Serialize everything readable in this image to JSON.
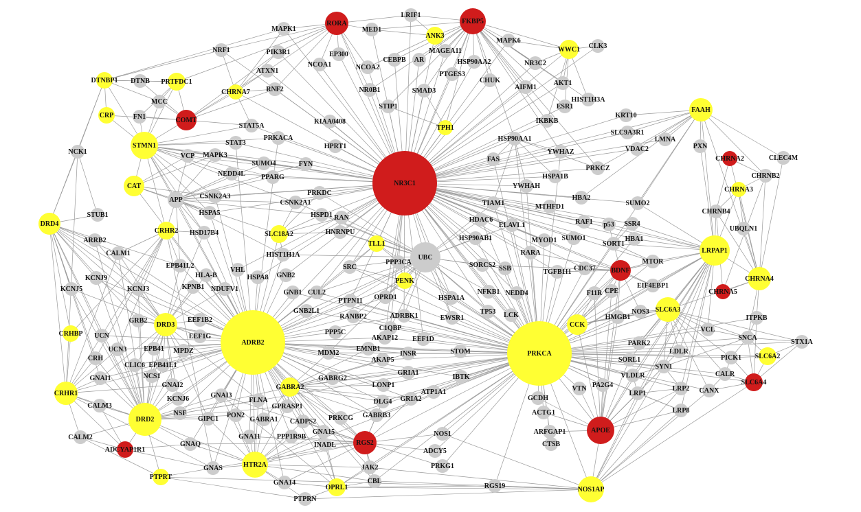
{
  "network": {
    "colors": {
      "high": "#d01c1c",
      "mid": "#ffff33",
      "low": "#cccccc",
      "edge": "#9a9a9a"
    },
    "nodes": [
      {
        "id": "RORA",
        "tier": "high"
      },
      {
        "id": "FKBP5",
        "tier": "high"
      },
      {
        "id": "COMT",
        "tier": "high"
      },
      {
        "id": "NR3C1",
        "tier": "high"
      },
      {
        "id": "CHRNA2",
        "tier": "high"
      },
      {
        "id": "BDNF",
        "tier": "high"
      },
      {
        "id": "CHRNA5",
        "tier": "high"
      },
      {
        "id": "SLC6A4",
        "tier": "high"
      },
      {
        "id": "APOE",
        "tier": "high"
      },
      {
        "id": "RGS2",
        "tier": "high"
      },
      {
        "id": "ADCYAP1R1",
        "tier": "high"
      },
      {
        "id": "ANK3",
        "tier": "mid"
      },
      {
        "id": "WWC1",
        "tier": "mid"
      },
      {
        "id": "DTNBP1",
        "tier": "mid"
      },
      {
        "id": "PRTFDC1",
        "tier": "mid"
      },
      {
        "id": "CHRNA7",
        "tier": "mid"
      },
      {
        "id": "CRP",
        "tier": "mid"
      },
      {
        "id": "STMN1",
        "tier": "mid"
      },
      {
        "id": "TPH1",
        "tier": "mid"
      },
      {
        "id": "FAAH",
        "tier": "mid"
      },
      {
        "id": "CAT",
        "tier": "mid"
      },
      {
        "id": "CHRNA3",
        "tier": "mid"
      },
      {
        "id": "DRD4",
        "tier": "mid"
      },
      {
        "id": "CRHR2",
        "tier": "mid"
      },
      {
        "id": "SLC18A2",
        "tier": "mid"
      },
      {
        "id": "TLL1",
        "tier": "mid"
      },
      {
        "id": "LRPAP1",
        "tier": "mid"
      },
      {
        "id": "PENK",
        "tier": "mid"
      },
      {
        "id": "CHRNA4",
        "tier": "mid"
      },
      {
        "id": "DRD3",
        "tier": "mid"
      },
      {
        "id": "SLC6A3",
        "tier": "mid"
      },
      {
        "id": "CRHBP",
        "tier": "mid"
      },
      {
        "id": "ADRB2",
        "tier": "mid"
      },
      {
        "id": "CCK",
        "tier": "mid"
      },
      {
        "id": "PRKCA",
        "tier": "mid"
      },
      {
        "id": "SLC6A2",
        "tier": "mid"
      },
      {
        "id": "GABRA2",
        "tier": "mid"
      },
      {
        "id": "CRHR1",
        "tier": "mid"
      },
      {
        "id": "DRD2",
        "tier": "mid"
      },
      {
        "id": "HTR2A",
        "tier": "mid"
      },
      {
        "id": "PTPRT",
        "tier": "mid"
      },
      {
        "id": "OPRL1",
        "tier": "mid"
      },
      {
        "id": "NOS1AP",
        "tier": "mid"
      },
      {
        "id": "LRIF1",
        "tier": "low"
      },
      {
        "id": "MAPK1",
        "tier": "low"
      },
      {
        "id": "MED1",
        "tier": "low"
      },
      {
        "id": "MAGEA11",
        "tier": "low"
      },
      {
        "id": "NRF1",
        "tier": "low"
      },
      {
        "id": "PIK3R1",
        "tier": "low"
      },
      {
        "id": "EP300",
        "tier": "low"
      },
      {
        "id": "MAPK6",
        "tier": "low"
      },
      {
        "id": "CLK3",
        "tier": "low"
      },
      {
        "id": "NCOA1",
        "tier": "low"
      },
      {
        "id": "NCOA2",
        "tier": "low"
      },
      {
        "id": "CEBPB",
        "tier": "low"
      },
      {
        "id": "AR",
        "tier": "low"
      },
      {
        "id": "HSP90AA2",
        "tier": "low"
      },
      {
        "id": "NR3C2",
        "tier": "low"
      },
      {
        "id": "ATXN1",
        "tier": "low"
      },
      {
        "id": "PTGES3",
        "tier": "low"
      },
      {
        "id": "DTNB",
        "tier": "low"
      },
      {
        "id": "CHUK",
        "tier": "low"
      },
      {
        "id": "AKT1",
        "tier": "low"
      },
      {
        "id": "RNF2",
        "tier": "low"
      },
      {
        "id": "NR0B1",
        "tier": "low"
      },
      {
        "id": "SMAD3",
        "tier": "low"
      },
      {
        "id": "AIFM1",
        "tier": "low"
      },
      {
        "id": "MCC",
        "tier": "low"
      },
      {
        "id": "HIST1H3A",
        "tier": "low"
      },
      {
        "id": "STIP1",
        "tier": "low"
      },
      {
        "id": "ESR1",
        "tier": "low"
      },
      {
        "id": "FN1",
        "tier": "low"
      },
      {
        "id": "KIAA0408",
        "tier": "low"
      },
      {
        "id": "IKBKB",
        "tier": "low"
      },
      {
        "id": "KRT10",
        "tier": "low"
      },
      {
        "id": "STAT5A",
        "tier": "low"
      },
      {
        "id": "SLC9A3R1",
        "tier": "low"
      },
      {
        "id": "STAT3",
        "tier": "low"
      },
      {
        "id": "PRKACA",
        "tier": "low"
      },
      {
        "id": "HPRT1",
        "tier": "low"
      },
      {
        "id": "HSP90AA1",
        "tier": "low"
      },
      {
        "id": "LMNA",
        "tier": "low"
      },
      {
        "id": "NCK1",
        "tier": "low"
      },
      {
        "id": "YWHAZ",
        "tier": "low"
      },
      {
        "id": "VDAC2",
        "tier": "low"
      },
      {
        "id": "PXN",
        "tier": "low"
      },
      {
        "id": "VCP",
        "tier": "low"
      },
      {
        "id": "MAPK3",
        "tier": "low"
      },
      {
        "id": "SUMO4",
        "tier": "low"
      },
      {
        "id": "FYN",
        "tier": "low"
      },
      {
        "id": "FAS",
        "tier": "low"
      },
      {
        "id": "CLEC4M",
        "tier": "low"
      },
      {
        "id": "NEDD4L",
        "tier": "low"
      },
      {
        "id": "PRKCZ",
        "tier": "low"
      },
      {
        "id": "CHRNB2",
        "tier": "low"
      },
      {
        "id": "PPARG",
        "tier": "low"
      },
      {
        "id": "HSPA1B",
        "tier": "low"
      },
      {
        "id": "YWHAH",
        "tier": "low"
      },
      {
        "id": "APP",
        "tier": "low"
      },
      {
        "id": "CSNK2A3",
        "tier": "low"
      },
      {
        "id": "PRKDC",
        "tier": "low"
      },
      {
        "id": "CSNK2A1",
        "tier": "low"
      },
      {
        "id": "TIAM1",
        "tier": "low"
      },
      {
        "id": "HBA2",
        "tier": "low"
      },
      {
        "id": "SUMO2",
        "tier": "low"
      },
      {
        "id": "CHRNB4",
        "tier": "low"
      },
      {
        "id": "STUB1",
        "tier": "low"
      },
      {
        "id": "HSPA5",
        "tier": "low"
      },
      {
        "id": "HSPD1",
        "tier": "low"
      },
      {
        "id": "RAN",
        "tier": "low"
      },
      {
        "id": "MTHFD1",
        "tier": "low"
      },
      {
        "id": "HDAC6",
        "tier": "low"
      },
      {
        "id": "RAF1",
        "tier": "low"
      },
      {
        "id": "SSR4",
        "tier": "low"
      },
      {
        "id": "ELAVL1",
        "tier": "low"
      },
      {
        "id": "p53",
        "tier": "low"
      },
      {
        "id": "UBQLN1",
        "tier": "low"
      },
      {
        "id": "HSD17B4",
        "tier": "low"
      },
      {
        "id": "HNRNPU",
        "tier": "low"
      },
      {
        "id": "HBA1",
        "tier": "low"
      },
      {
        "id": "ARRB2",
        "tier": "low"
      },
      {
        "id": "MYOD1",
        "tier": "low"
      },
      {
        "id": "SUMO1",
        "tier": "low"
      },
      {
        "id": "HSP90AB1",
        "tier": "low"
      },
      {
        "id": "CALM1",
        "tier": "low"
      },
      {
        "id": "HIST1H1A",
        "tier": "low"
      },
      {
        "id": "UBC",
        "tier": "low"
      },
      {
        "id": "SORT1",
        "tier": "low"
      },
      {
        "id": "EPB41L2",
        "tier": "low"
      },
      {
        "id": "PPP3CA",
        "tier": "low"
      },
      {
        "id": "RARA",
        "tier": "low"
      },
      {
        "id": "MTOR",
        "tier": "low"
      },
      {
        "id": "KCNJ9",
        "tier": "low"
      },
      {
        "id": "SRC",
        "tier": "low"
      },
      {
        "id": "SORCS2",
        "tier": "low"
      },
      {
        "id": "SSB",
        "tier": "low"
      },
      {
        "id": "HLA-B",
        "tier": "low"
      },
      {
        "id": "VHL",
        "tier": "low"
      },
      {
        "id": "CDC37",
        "tier": "low"
      },
      {
        "id": "TGFB1I1",
        "tier": "low"
      },
      {
        "id": "GNB2",
        "tier": "low"
      },
      {
        "id": "HSPA8",
        "tier": "low"
      },
      {
        "id": "KCNJ5",
        "tier": "low"
      },
      {
        "id": "KPNB1",
        "tier": "low"
      },
      {
        "id": "NDUFV1",
        "tier": "low"
      },
      {
        "id": "EIF4EBP1",
        "tier": "low"
      },
      {
        "id": "KCNJ3",
        "tier": "low"
      },
      {
        "id": "GNB1",
        "tier": "low"
      },
      {
        "id": "CUL2",
        "tier": "low"
      },
      {
        "id": "OPRD1",
        "tier": "low"
      },
      {
        "id": "NFKB1",
        "tier": "low"
      },
      {
        "id": "NEDD4",
        "tier": "low"
      },
      {
        "id": "F11R",
        "tier": "low"
      },
      {
        "id": "CPE",
        "tier": "low"
      },
      {
        "id": "PTPN11",
        "tier": "low"
      },
      {
        "id": "HSPA1A",
        "tier": "low"
      },
      {
        "id": "NOS3",
        "tier": "low"
      },
      {
        "id": "GNB2L1",
        "tier": "low"
      },
      {
        "id": "TP53",
        "tier": "low"
      },
      {
        "id": "HMGB1",
        "tier": "low"
      },
      {
        "id": "ITPKB",
        "tier": "low"
      },
      {
        "id": "EEF1B2",
        "tier": "low"
      },
      {
        "id": "GRB2",
        "tier": "low"
      },
      {
        "id": "RANBP2",
        "tier": "low"
      },
      {
        "id": "ADRBK1",
        "tier": "low"
      },
      {
        "id": "EWSR1",
        "tier": "low"
      },
      {
        "id": "LCK",
        "tier": "low"
      },
      {
        "id": "UCN",
        "tier": "low"
      },
      {
        "id": "EEF1G",
        "tier": "low"
      },
      {
        "id": "PPP5C",
        "tier": "low"
      },
      {
        "id": "C1QBP",
        "tier": "low"
      },
      {
        "id": "VCL",
        "tier": "low"
      },
      {
        "id": "SNCA",
        "tier": "low"
      },
      {
        "id": "STX1A",
        "tier": "low"
      },
      {
        "id": "AKAP12",
        "tier": "low"
      },
      {
        "id": "EEF1D",
        "tier": "low"
      },
      {
        "id": "PARK2",
        "tier": "low"
      },
      {
        "id": "UCN3",
        "tier": "low"
      },
      {
        "id": "EPB41",
        "tier": "low"
      },
      {
        "id": "MPDZ",
        "tier": "low"
      },
      {
        "id": "EMNB1",
        "tier": "low"
      },
      {
        "id": "STOM",
        "tier": "low"
      },
      {
        "id": "LDLR",
        "tier": "low"
      },
      {
        "id": "PICK1",
        "tier": "low"
      },
      {
        "id": "CRH",
        "tier": "low"
      },
      {
        "id": "CLIC6",
        "tier": "low"
      },
      {
        "id": "EPB41L1",
        "tier": "low"
      },
      {
        "id": "MDM2",
        "tier": "low"
      },
      {
        "id": "AKAP5",
        "tier": "low"
      },
      {
        "id": "INSR",
        "tier": "low"
      },
      {
        "id": "SORL1",
        "tier": "low"
      },
      {
        "id": "NCS1",
        "tier": "low"
      },
      {
        "id": "GABRG2",
        "tier": "low"
      },
      {
        "id": "SYN1",
        "tier": "low"
      },
      {
        "id": "CALR",
        "tier": "low"
      },
      {
        "id": "GNAI1",
        "tier": "low"
      },
      {
        "id": "GNAI2",
        "tier": "low"
      },
      {
        "id": "GRIA1",
        "tier": "low"
      },
      {
        "id": "IBTK",
        "tier": "low"
      },
      {
        "id": "VLDLR",
        "tier": "low"
      },
      {
        "id": "CANX",
        "tier": "low"
      },
      {
        "id": "LONP1",
        "tier": "low"
      },
      {
        "id": "KCNJ6",
        "tier": "low"
      },
      {
        "id": "VTN",
        "tier": "low"
      },
      {
        "id": "PA2G4",
        "tier": "low"
      },
      {
        "id": "GCDH",
        "tier": "low"
      },
      {
        "id": "LRP2",
        "tier": "low"
      },
      {
        "id": "GNAI3",
        "tier": "low"
      },
      {
        "id": "DLG4",
        "tier": "low"
      },
      {
        "id": "GRIA2",
        "tier": "low"
      },
      {
        "id": "ATP1A1",
        "tier": "low"
      },
      {
        "id": "LRP1",
        "tier": "low"
      },
      {
        "id": "FLNA",
        "tier": "low"
      },
      {
        "id": "CALM3",
        "tier": "low"
      },
      {
        "id": "NSF",
        "tier": "low"
      },
      {
        "id": "GPRASP1",
        "tier": "low"
      },
      {
        "id": "ACTG1",
        "tier": "low"
      },
      {
        "id": "LRP8",
        "tier": "low"
      },
      {
        "id": "PON2",
        "tier": "low"
      },
      {
        "id": "GIPC1",
        "tier": "low"
      },
      {
        "id": "GABRA1",
        "tier": "low"
      },
      {
        "id": "CADPS2",
        "tier": "low"
      },
      {
        "id": "PRKCG",
        "tier": "low"
      },
      {
        "id": "GABRB3",
        "tier": "low"
      },
      {
        "id": "CALM2",
        "tier": "low"
      },
      {
        "id": "ARFGAP1",
        "tier": "low"
      },
      {
        "id": "GNAQ",
        "tier": "low"
      },
      {
        "id": "GNA11",
        "tier": "low"
      },
      {
        "id": "PPP1R9B",
        "tier": "low"
      },
      {
        "id": "GNA15",
        "tier": "low"
      },
      {
        "id": "NOS1",
        "tier": "low"
      },
      {
        "id": "INADL",
        "tier": "low"
      },
      {
        "id": "CTSB",
        "tier": "low"
      },
      {
        "id": "ADCY5",
        "tier": "low"
      },
      {
        "id": "GNAS",
        "tier": "low"
      },
      {
        "id": "JAK2",
        "tier": "low"
      },
      {
        "id": "PRKG1",
        "tier": "low"
      },
      {
        "id": "CBL",
        "tier": "low"
      },
      {
        "id": "GNA14",
        "tier": "low"
      },
      {
        "id": "RGS19",
        "tier": "low"
      },
      {
        "id": "PTPRN",
        "tier": "low"
      }
    ]
  }
}
